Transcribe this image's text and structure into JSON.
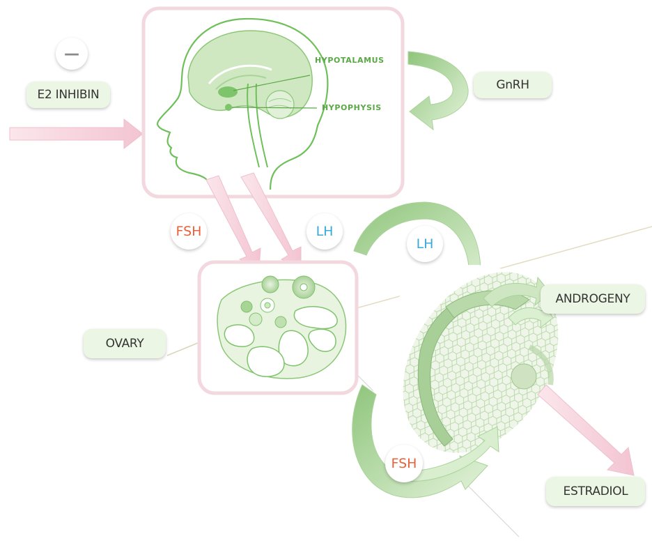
{
  "labels": {
    "minus": "—",
    "e2_inhibin": "E2 INHIBIN",
    "gnrh": "GnRH",
    "hypothalamus": "HYPOTALAMUS",
    "hypophysis": "HYPOPHYSIS",
    "fsh_left": "FSH",
    "lh_left": "LH",
    "lh_right": "LH",
    "ovary": "OVARY",
    "androgeny": "ANDROGENY",
    "fsh_bottom": "FSH",
    "estradiol": "ESTRADIOL"
  },
  "colors": {
    "pink_arrow": "#f7d3de",
    "pink_border": "#f5dde3",
    "green_line": "#6fbf5a",
    "green_fill": "#cfe8c2",
    "fsh_text": "#e8613a",
    "lh_text": "#3aa9d8",
    "pill_bg": "#ecf6e4"
  }
}
